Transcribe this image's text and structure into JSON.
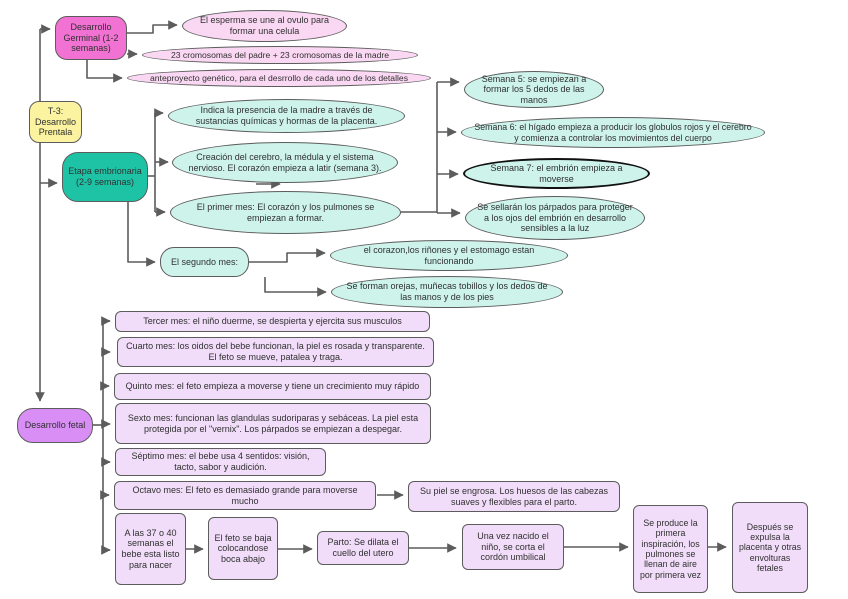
{
  "colors": {
    "canvas_bg": "#ffffff",
    "root_fill": "#fbf3a0",
    "germinal_fill": "#f172d2",
    "germinal_light": "#fad8f3",
    "embryo_fill": "#1ec3a6",
    "embryo_light": "#cdf3eb",
    "fetal_fill": "#d88ef5",
    "fetal_light": "#f1ddf9",
    "node_border": "#5c5c5c",
    "connector": "#5c5c5c",
    "highlight_border": "#111111",
    "text": "#303030"
  },
  "nodes": {
    "root": "T-3: Desarrollo Prentala",
    "germinal": "Desarrollo Germinal (1-2 semanas)",
    "esperma": "El esperma se une al ovulo para formar una celula",
    "cromosomas": "23 cromosomas del padre + 23 cromosomas de la madre",
    "anteproyecto": "anteproyecto genético, para el desrrollo de cada uno de los detalles",
    "embrionaria": "Etapa embrionaria (2-9 semanas)",
    "indica": "Indica la presencia de la madre a través de sustancias químicas y hormas de la placenta.",
    "creacion": "Creación del cerebro, la médula y el sistema nervioso. El corazón empieza a latir (semana 3).",
    "primer_mes": "El primer mes: El corazón y los pulmones se empiezan a formar.",
    "semana5": "Semana 5: se empiezan a formar los 5 dedos de las manos",
    "semana6": "Semana 6: el hígado empieza a producir los globulos rojos y el cerebro y comienza a controlar los movimientos del cuerpo",
    "semana7": "Semana 7: el embrión empieza a moverse",
    "parpados": "Se sellarán los párpados para proteger a los ojos del embrión en desarrollo sensibles a la luz",
    "segundo_mes": "El segundo mes:",
    "corazon_rinones": "el corazon,los riñones y el estomago estan funcionando",
    "orejas": "Se forman orejas, muñecas tobillos y los dedos de las manos y de los pies",
    "fetal": "Desarrollo fetal",
    "tercer_mes": "Tercer mes: el niño duerme, se despierta y ejercita sus musculos",
    "cuarto_mes": "Cuarto mes: los oidos del bebe funcionan, la piel es rosada y transparente. El feto se mueve, patalea y traga.",
    "quinto_mes": "Quinto mes: el feto empieza a moverse y tiene un crecimiento muy rápido",
    "sexto_mes": "Sexto mes: funcionan las glandulas sudoriparas y sebáceas. La piel esta protegida por el \"vernix\". Los párpados se empiezan a despegar.",
    "septimo_mes": "Séptimo mes: el bebe usa 4 sentidos: visión, tacto, sabor y audición.",
    "octavo_mes": "Octavo mes: El feto es demasiado grande para moverse mucho",
    "piel_engrosa": "Su piel se engrosa. Los huesos de las cabezas suaves y flexibles para el parto.",
    "semanas_37_40": "A las 37 o 40 semanas el bebe esta listo para nacer",
    "feto_baja": "El feto se baja colocandose boca abajo",
    "parto": "Parto: Se dilata el cuello del utero",
    "nacido": "Una vez nacido el niño, se corta el cordón umbilical",
    "inspiracion": "Se produce la primera inspiración, los pulmones se llenan de aire por primera vez",
    "despues": "Después se expulsa la placenta y otras envolturas fetales"
  }
}
